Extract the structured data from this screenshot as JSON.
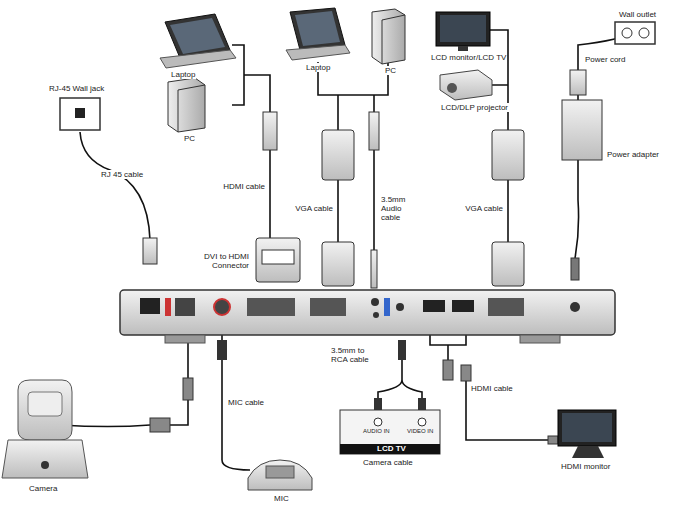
{
  "diagram": {
    "labels": [
      "Laptop",
      "PC",
      "HDMI cable",
      "DVI to HDMI Connector",
      "RJ-45 Wall jack",
      "RJ 45 cable",
      "Laptop",
      "PC",
      "VGA cable",
      "3.5mm Audio cable",
      "LCD monitor/LCD TV",
      "LCD/DLP projector",
      "VGA cable",
      "Wall outlet",
      "Power cord",
      "Power adapter",
      "3.5mm to RCA cable",
      "AUDIO IN",
      "VIDEO IN",
      "LCD TV",
      "Camera cable",
      "HDMI cable",
      "HDMI monitor",
      "MIC cable",
      "MIC",
      "Camera"
    ]
  }
}
